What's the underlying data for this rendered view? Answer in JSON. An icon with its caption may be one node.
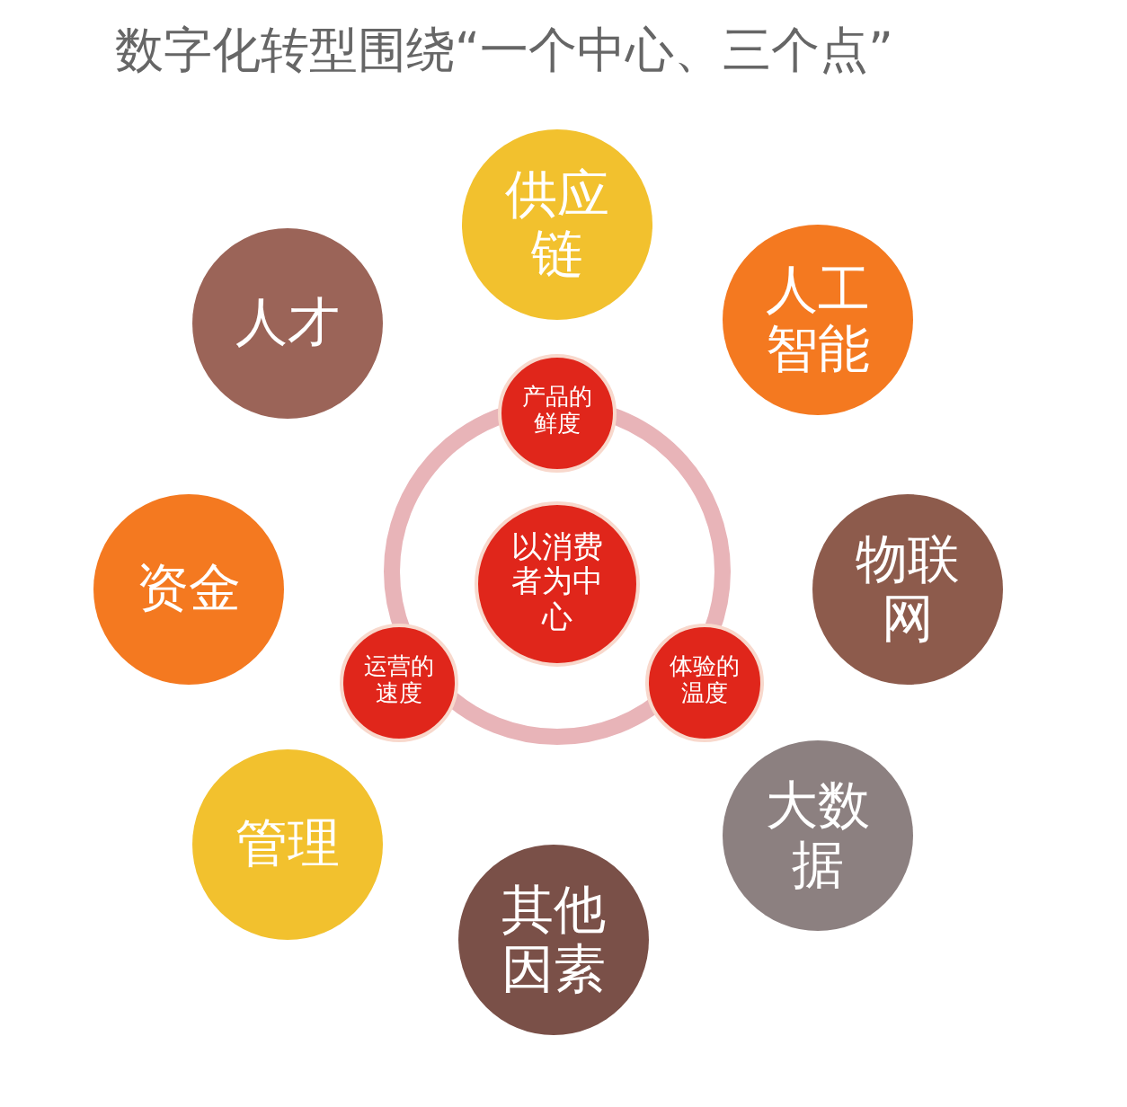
{
  "diagram": {
    "title": "数字化转型围绕“一个中心、三个点”",
    "nodes": [
      {
        "text": [
          "供应链"
        ]
      },
      {
        "text": [
          "人才"
        ]
      },
      {
        "text": [
          "人工智能"
        ]
      },
      {
        "text": [
          "产品的鲜度"
        ]
      },
      {
        "text": [
          "资金"
        ]
      },
      {
        "text": [
          "以消费者为中心"
        ]
      },
      {
        "text": [
          "物联网"
        ]
      },
      {
        "text": [
          "运营的速度"
        ]
      },
      {
        "text": [
          "体验的温度"
        ]
      },
      {
        "text": [
          "管理"
        ]
      },
      {
        "text": [
          "大数据"
        ]
      },
      {
        "text": [
          "其他因素"
        ]
      }
    ]
  }
}
